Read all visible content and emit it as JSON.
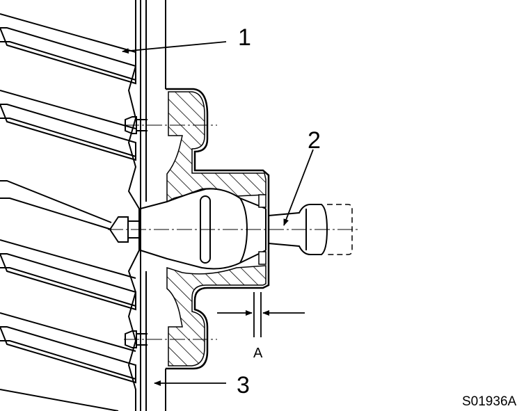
{
  "callouts": {
    "one": "1",
    "two": "2",
    "three": "3",
    "dimension": "A"
  },
  "figure_code": "S01936A"
}
